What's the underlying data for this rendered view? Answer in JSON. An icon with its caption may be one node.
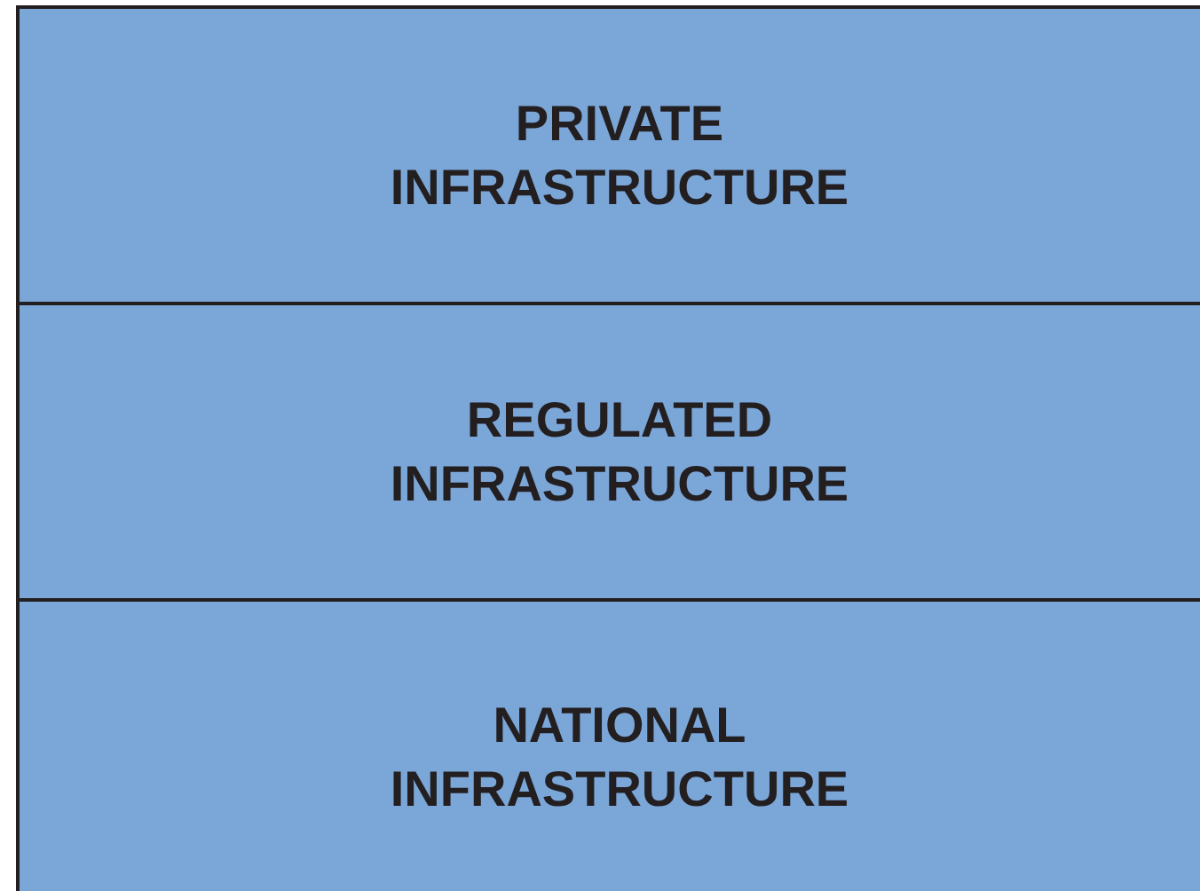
{
  "diagram": {
    "nodes": [
      {
        "text": [
          "PRIVATE INFRASTRUCTURE"
        ]
      },
      {
        "text": [
          "REGULATED INFRASTRUCTURE"
        ]
      },
      {
        "text": [
          "NATIONAL INFRASTRUCTURE"
        ]
      }
    ]
  }
}
